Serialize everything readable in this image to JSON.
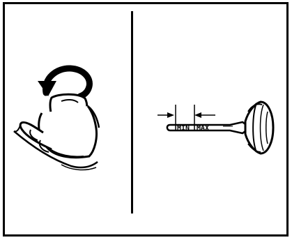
{
  "diagram": {
    "panels": [
      {
        "id": "left",
        "description_icon": "rotate-cap-counterclockwise-icon"
      },
      {
        "id": "right",
        "description_icon": "dipstick-icon"
      }
    ],
    "dipstick": {
      "min_label": "MIN",
      "max_label": "MAX"
    }
  }
}
